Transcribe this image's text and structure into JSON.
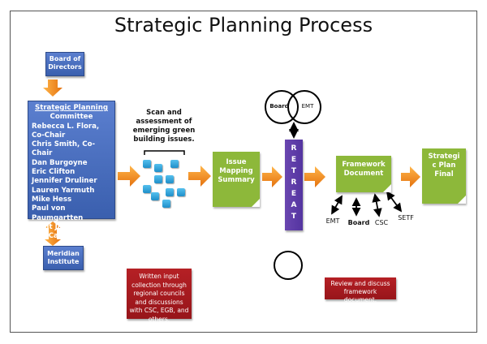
{
  "title": "Strategic Planning Process",
  "board_of_directors": "Board of Directors",
  "committee": {
    "heading_line1": "Strategic Planning",
    "heading_line2": "Committee",
    "members": [
      "Rebecca L. Flora, Co-Chair",
      "Chris Smith, Co-Chair",
      "Dan Burgoyne",
      "Eric Clifton",
      "Jennifer Druliner",
      "Lauren Yarmuth",
      "Mike Hess",
      "Paul von Paumgartten",
      "Punit Jain",
      "Tim Carey"
    ]
  },
  "meridian": "Meridian Institute",
  "scan_label": "Scan and assessment of emerging green building issues.",
  "issue_mapping": "Issue Mapping Summary",
  "venn": {
    "left": "Board",
    "right": "EMT"
  },
  "retreat_letters": [
    "R",
    "E",
    "T",
    "R",
    "E",
    "A",
    "T"
  ],
  "framework": "Framework Document",
  "framework_stakeholders": [
    "EMT",
    "Board",
    "CSC",
    "SETF"
  ],
  "final": "Strategi c Plan Final",
  "written_input": "Written input collection through regional councils and discussions with CSC, EGB, and others.",
  "review": "Review and discuss framework document.",
  "colors": {
    "blue": "#3f63b4",
    "green": "#8db83a",
    "red": "#a81b20",
    "purple": "#5e3ca8",
    "orange": "#f08a1c",
    "cyan": "#2fa3dc"
  }
}
